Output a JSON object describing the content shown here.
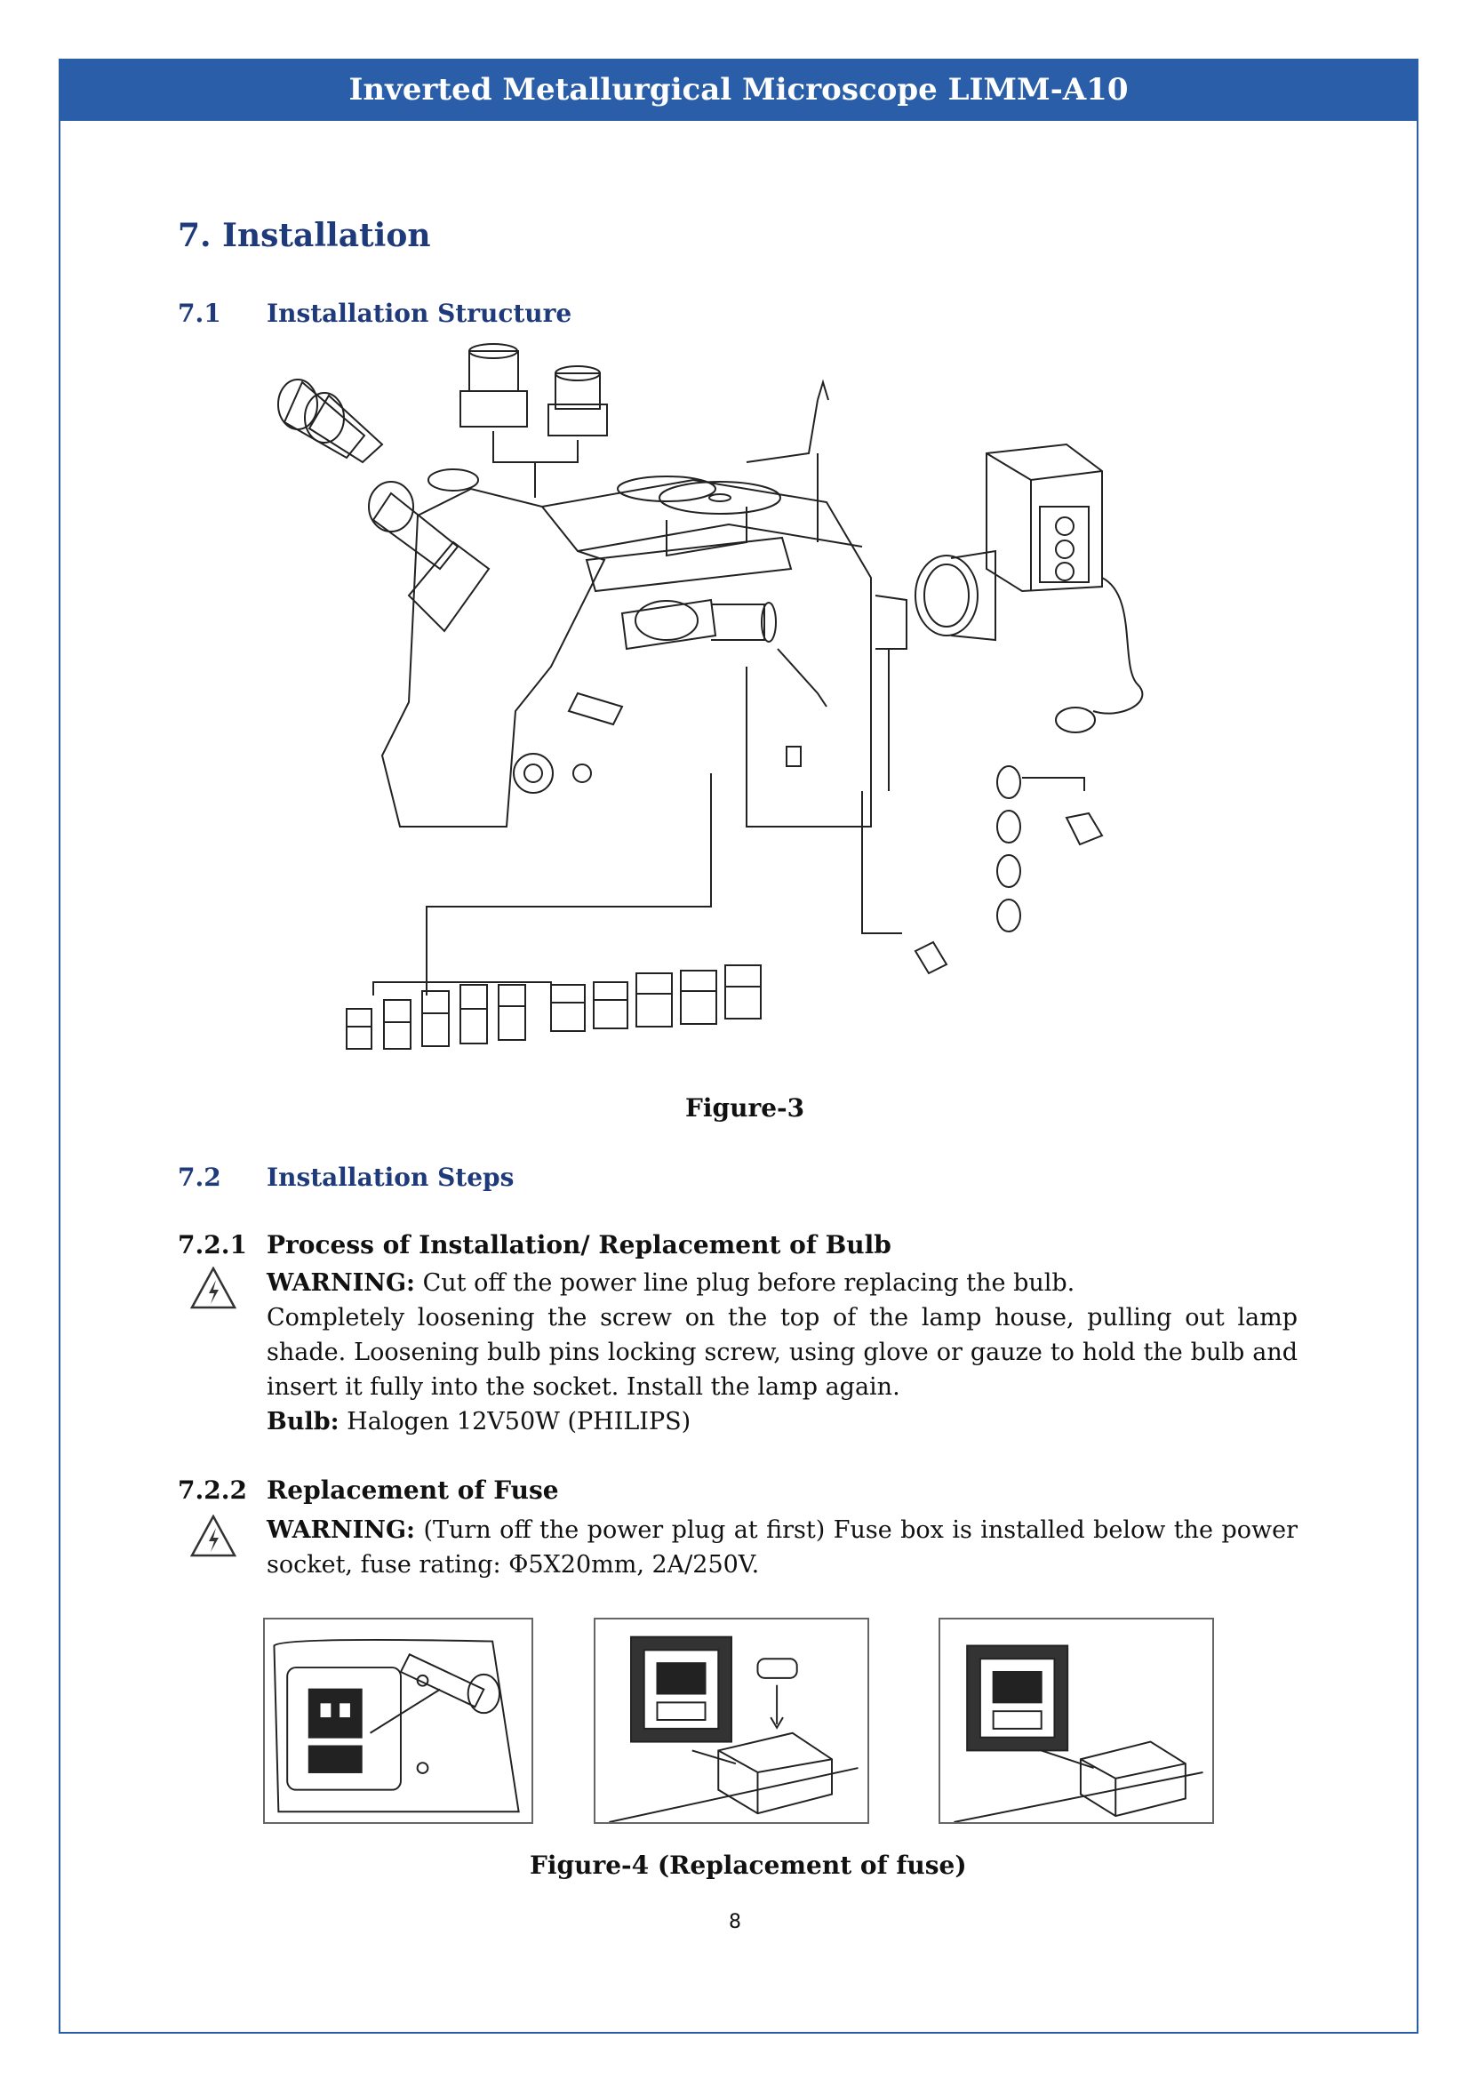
{
  "header": {
    "title": "Inverted Metallurgical Microscope LIMM-A10"
  },
  "section": {
    "number": "7.",
    "title": "Installation"
  },
  "sub_71": {
    "number": "7.1",
    "title": "Installation Structure"
  },
  "figure3": {
    "caption": "Figure-3"
  },
  "sub_72": {
    "number": "7.2",
    "title": "Installation Steps"
  },
  "sub_721": {
    "number": "7.2.1",
    "title": "Process of Installation/ Replacement of Bulb",
    "warning_label": "WARNING:",
    "warning_text": " Cut off the power line plug before replacing the bulb.",
    "body": "Completely loosening the screw on the top of the lamp house, pulling out lamp shade. Loosening bulb pins locking screw, using glove or gauze to hold the bulb and insert it fully into the socket. Install the lamp again.",
    "bulb_label": "Bulb:",
    "bulb_value": " Halogen 12V50W (PHILIPS)"
  },
  "sub_722": {
    "number": "7.2.2",
    "title": "Replacement of Fuse",
    "warning_label": "WARNING:",
    "warning_text": " (Turn off the power plug at first) Fuse box is installed below the power socket, fuse rating: Φ5X20mm, 2A/250V."
  },
  "figure4": {
    "caption": "Figure-4 (Replacement of fuse)"
  },
  "page_number": "8",
  "colors": {
    "brand_blue": "#2a5ea8",
    "heading_navy": "#1f3a7a"
  }
}
